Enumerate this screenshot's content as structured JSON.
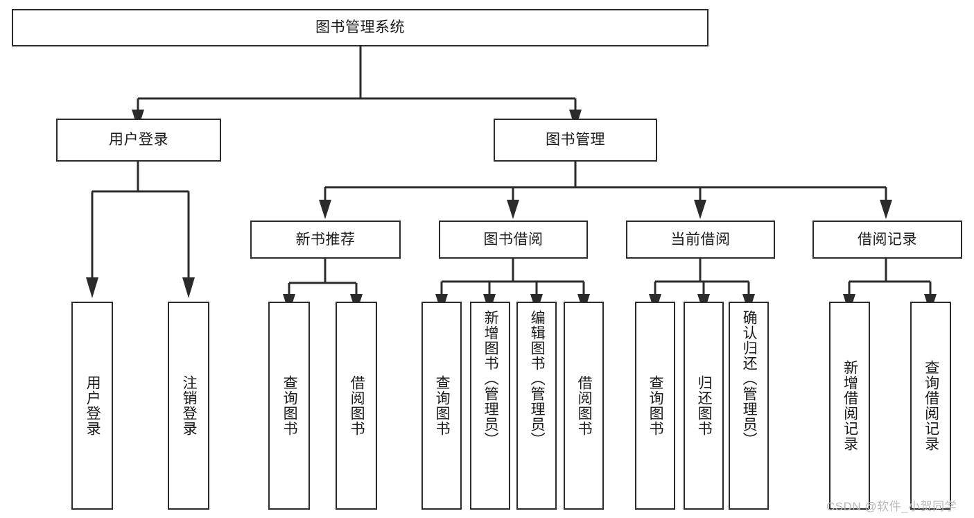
{
  "diagram": {
    "title": "图书管理系统",
    "colors": {
      "stroke": "#2b2b2b",
      "text": "#1b1b1b",
      "background": "#ffffff",
      "watermark": "#b9b9b9"
    },
    "root": {
      "label": "图书管理系统"
    },
    "level2": [
      {
        "label": "用户登录"
      },
      {
        "label": "图书管理"
      }
    ],
    "level3": [
      {
        "label": "新书推荐"
      },
      {
        "label": "图书借阅"
      },
      {
        "label": "当前借阅"
      },
      {
        "label": "借阅记录"
      }
    ],
    "leaves": {
      "user_login": [
        {
          "label": "用户登录"
        },
        {
          "label": "注销登录"
        }
      ],
      "new_book": [
        {
          "label": "查询图书"
        },
        {
          "label": "借阅图书"
        }
      ],
      "book_borrow": [
        {
          "label": "查询图书"
        },
        {
          "label": "新增图书（管理员）"
        },
        {
          "label": "编辑图书（管理员）"
        },
        {
          "label": "借阅图书"
        }
      ],
      "current_borrow": [
        {
          "label": "查询图书"
        },
        {
          "label": "归还图书"
        },
        {
          "label": "确认归还（管理员）"
        }
      ],
      "borrow_record": [
        {
          "label": "新增借阅记录"
        },
        {
          "label": "查询借阅记录"
        }
      ]
    }
  },
  "watermark": {
    "text": "CSDN @软件_小贺同学"
  }
}
